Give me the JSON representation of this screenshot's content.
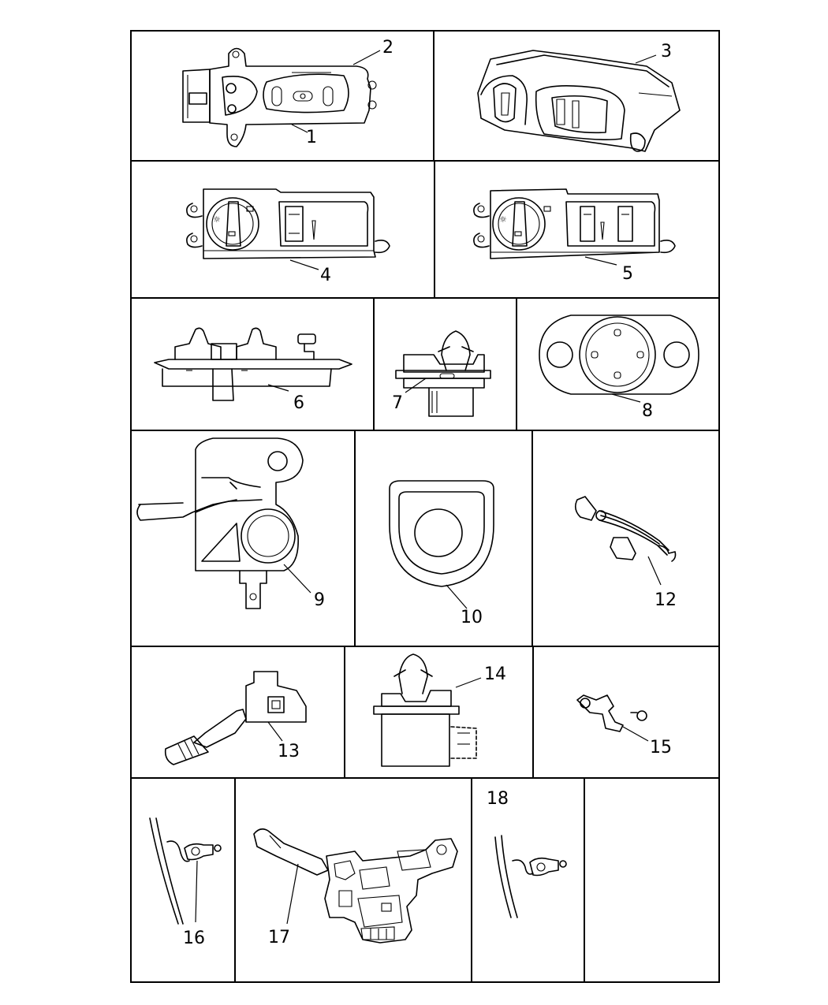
{
  "callouts": {
    "c1": "1",
    "c2": "2",
    "c3": "3",
    "c4": "4",
    "c5": "5",
    "c6": "6",
    "c7": "7",
    "c8": "8",
    "c9": "9",
    "c10": "10",
    "c11": "12",
    "c12": "13",
    "c13": "14",
    "c14": "15",
    "c15": "16",
    "c16": "17",
    "c17": "18"
  }
}
